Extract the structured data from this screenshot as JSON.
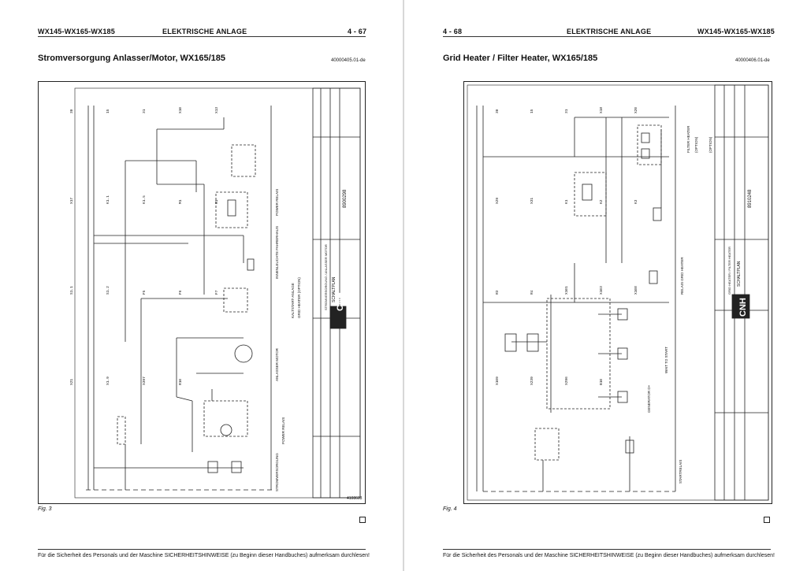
{
  "left_page": {
    "header_model": "WX145-WX165-WX185",
    "header_section": "ELEKTRISCHE ANLAGE",
    "page_number": "4 - 67",
    "title": "Stromversorgung Anlasser/Motor, WX165/185",
    "doc_ref": "40000405.01-de",
    "figure_label": "Fig. 3",
    "figure_id": "4108603",
    "schematic": {
      "drawing_number": "8900298",
      "company": "CNH",
      "plan_label": "SCHALTPLAN",
      "plan_subtitle": "STROMVERSORGUNG / ANLASSER MOTOR",
      "sections": [
        "STROMVERSORGUNG",
        "POWER RELAIS",
        "ANLASSER MOTOR",
        "KALTSTART-ANLAGE",
        "GRID HEATER (OPTION)",
        "INNENLEUCHTE FAHRERHAUS",
        "POWER RELAIS"
      ],
      "wire_labels": [
        "30",
        "15",
        "31",
        "X10",
        "X13",
        "X17",
        "K1.1",
        "K1.5",
        "M1",
        "G1",
        "S1.1",
        "S1.2",
        "F5",
        "F6",
        "F7",
        "X21",
        "X1.9",
        "X397",
        "R10"
      ]
    },
    "footer": "Für die Sicherheit des Personals und der Maschine SICHERHEITSHINWEISE (zu Beginn dieser Handbuches) aufmerksam durchlesen!"
  },
  "right_page": {
    "page_number": "4 - 68",
    "header_section": "ELEKTRISCHE ANLAGE",
    "header_model": "WX145-WX165-WX185",
    "title": "Grid Heater / Filter Heater, WX165/185",
    "doc_ref": "40000406.01-de",
    "figure_label": "Fig. 4",
    "schematic": {
      "drawing_number": "8910248",
      "company": "CNH",
      "plan_label": "SCHALTPLAN",
      "plan_subtitle": "GRID HEATER / FILTER HEATER",
      "sections": [
        "STARTRELAIS",
        "GENERATOR D+",
        "WAIT TO START",
        "RELAIS GRID HEATER",
        "FILTER HEATER",
        "(OPTION)",
        "(OPTION)"
      ],
      "wire_labels": [
        "30",
        "15",
        "31",
        "X18",
        "X20",
        "X29",
        "X31",
        "K1",
        "K2",
        "K3",
        "R3",
        "R4",
        "X101",
        "X103",
        "X108",
        "X109",
        "X239",
        "X296",
        "B10"
      ]
    },
    "footer": "Für die Sicherheit des Personals und der Maschine SICHERHEITSHINWEISE (zu Beginn dieser Handbuches) aufmerksam durchlesen!"
  }
}
